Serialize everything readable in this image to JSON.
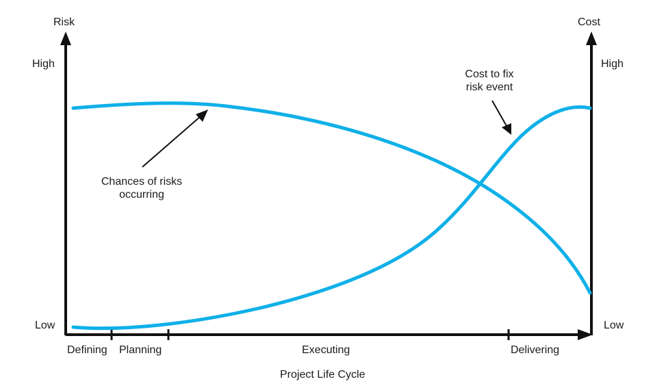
{
  "axes": {
    "left_title": "Risk",
    "right_title": "Cost",
    "left_high": "High",
    "left_low": "Low",
    "right_high": "High",
    "right_low": "Low",
    "x_title": "Project Life Cycle"
  },
  "phases": [
    "Defining",
    "Planning",
    "Executing",
    "Delivering"
  ],
  "curves": {
    "risk": {
      "label_line1": "Chances of risks",
      "label_line2": "occurring",
      "color": "#0fb0e8"
    },
    "cost": {
      "label_line1": "Cost to fix",
      "label_line2": "risk event",
      "color": "#0fb0e8"
    }
  },
  "colors": {
    "axis": "#111111",
    "curve": "#0fb0e8",
    "text": "#1a1a1a"
  }
}
